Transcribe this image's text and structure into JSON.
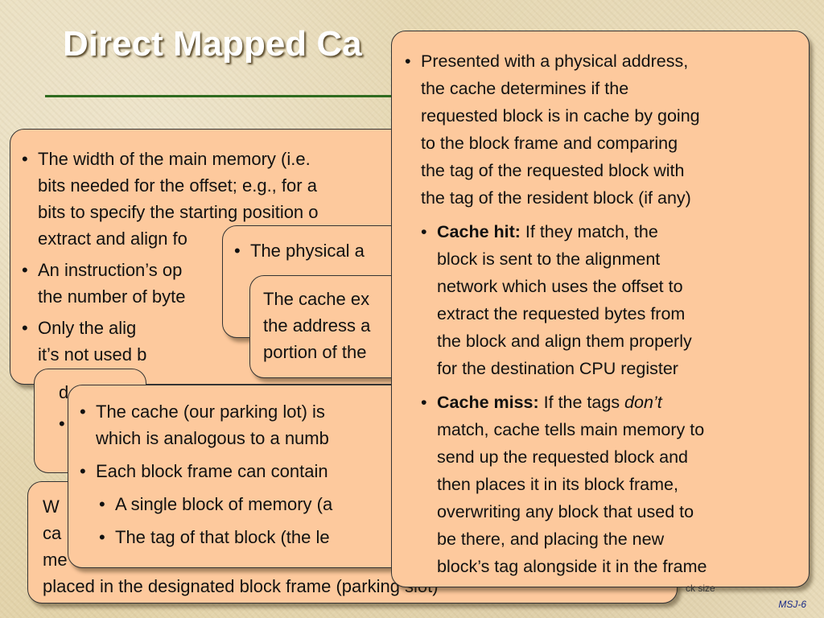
{
  "slide": {
    "title": "Direct Mapped Ca",
    "footer": "MSJ-6",
    "stray_text": "ck size"
  },
  "callouts": {
    "memory_width": {
      "bullets": [
        "The width of the main memory (i.e.",
        "bits needed for the offset; e.g., for a",
        "bits to specify the starting position o",
        "extract and align fo",
        "An instruction’s op",
        "the number of byte",
        "Only the alig",
        "it’s not used b"
      ]
    },
    "bottom_left": {
      "lines": [
        "W",
        "ca",
        "me",
        "placed in the designated block frame (parking slot)"
      ],
      "fragment": "d"
    },
    "physical_address": {
      "lines": [
        "The physical a"
      ]
    },
    "cache_extract": {
      "lines": [
        "The cache ex",
        "the address a",
        "portion of the"
      ]
    },
    "parking_lot": {
      "bullets": [
        "The cache (our parking lot) is",
        "which is analogous to a numb",
        "Each block frame can contain",
        "A single block of memory (a",
        "The tag of that block (the le"
      ]
    },
    "lookup": {
      "intro": [
        "Presented with a physical address,",
        "the cache determines if  the",
        "requested block is in cache by going",
        "to the block frame and comparing",
        "the tag of the requested block with",
        "the tag of the resident block (if any)"
      ],
      "hit_label": "Cache hit:",
      "hit_lines": [
        " If they match, the",
        "block is sent to the alignment",
        "network which uses the offset to",
        "extract the requested bytes from",
        "the block and align them properly",
        "for the destination CPU register"
      ],
      "miss_label": "Cache miss:",
      "miss_pre": " If the tags ",
      "miss_em": "don’t",
      "miss_lines": [
        "match, cache tells main memory to",
        "send up the requested block and",
        "then places it in its block frame,",
        "overwriting any block that used to",
        "be there, and placing the new",
        "block’s tag alongside it in the frame"
      ]
    }
  }
}
